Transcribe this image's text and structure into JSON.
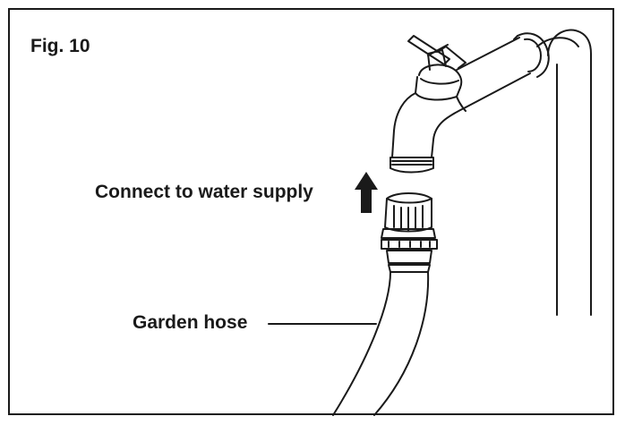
{
  "figure": {
    "label": "Fig. 10",
    "connect_label": "Connect to water supply",
    "hose_label": "Garden hose"
  }
}
